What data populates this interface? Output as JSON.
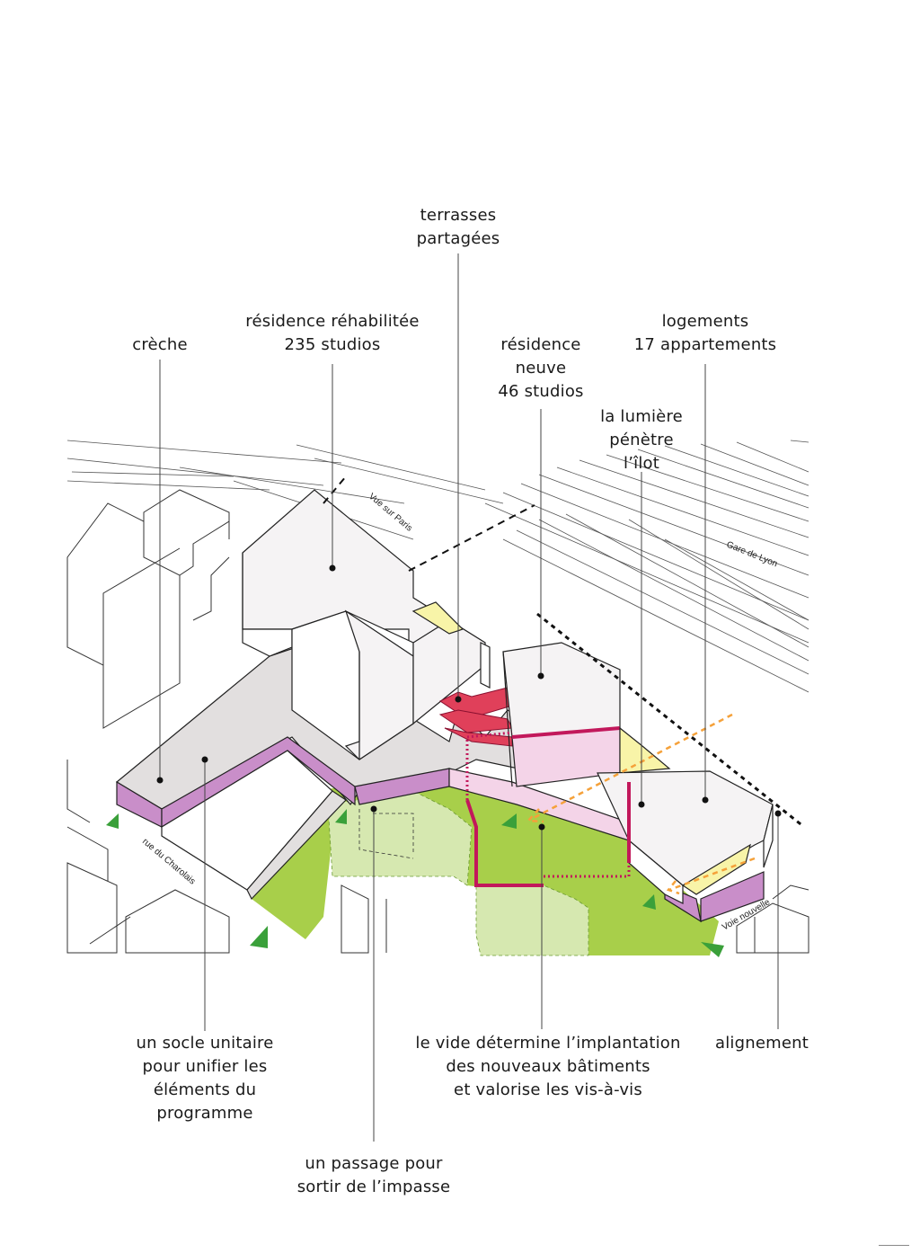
{
  "labels": {
    "terrasses": "terrasses\npartagées",
    "residence_rehab": "résidence réhabilitée\n235 studios",
    "creche": "crèche",
    "residence_neuve": "résidence\nneuve\n46 studios",
    "logements": "logements\n17 appartements",
    "lumiere": "la lumière\npénètre\nl’îlot",
    "socle": "un socle unitaire\npour unifier les\néléments du\nprogramme",
    "vide": "le vide détermine l’implantation\ndes nouveaux bâtiments\net valorise les vis-à-vis",
    "alignement": "alignement",
    "passage": "un passage pour\nsortir de l’impasse"
  },
  "map_labels": {
    "vue_paris": "Vue sur Paris",
    "gare_lyon": "Gare de Lyon",
    "rue_charolais": "rue du Charolais",
    "voie_nouvelle": "Voie nouvelle"
  },
  "colors": {
    "green": "#a8cf4a",
    "light_green": "#d6e8b0",
    "magenta": "#c2185b",
    "violet": "#c98ec9",
    "pink_light": "#f4d4e8",
    "yellow": "#f8f4a8",
    "building_fill": "#f5f3f4",
    "socle_fill": "#e2dfdf",
    "orange": "#f5a13a",
    "terrace_red": "#e0405a"
  }
}
